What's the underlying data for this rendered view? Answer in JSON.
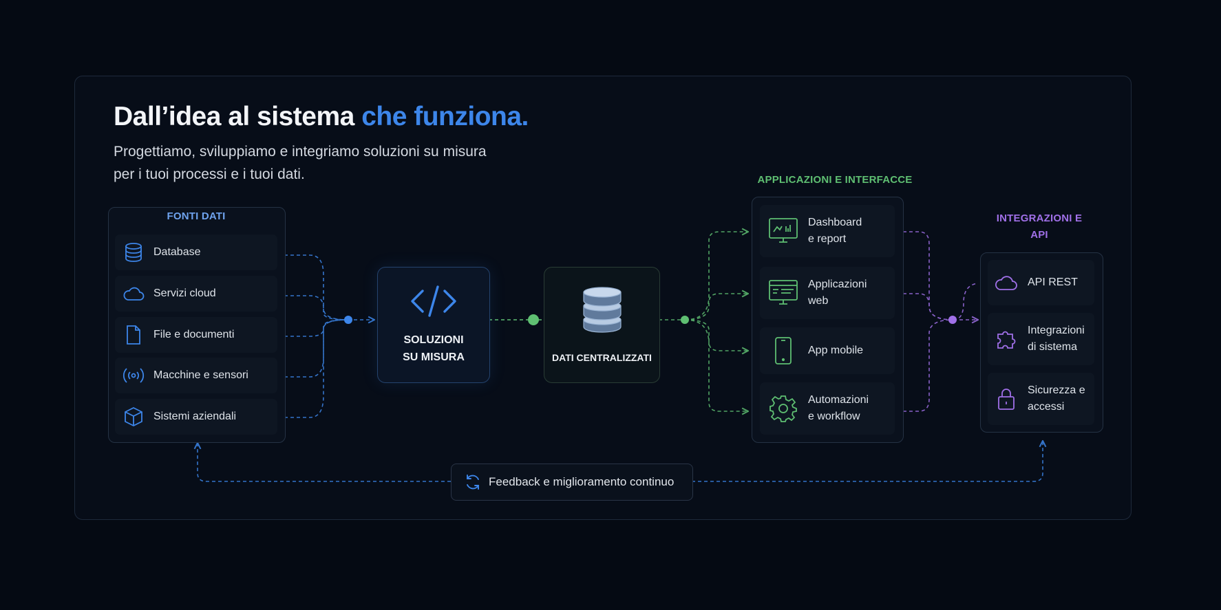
{
  "header": {
    "title_main": "Dall’idea al sistema ",
    "title_accent": "che funziona.",
    "subtitle": "Progettiamo, sviluppiamo e integriamo soluzioni su misura per i tuoi processi e i tuoi dati."
  },
  "sources": {
    "title": "FONTI DATI",
    "items": [
      {
        "label": "Database",
        "icon": "database-icon"
      },
      {
        "label": "Servizi cloud",
        "icon": "cloud-icon"
      },
      {
        "label": "File e documenti",
        "icon": "file-icon"
      },
      {
        "label": "Macchine e sensori",
        "icon": "sensor-icon"
      },
      {
        "label": "Sistemi aziendali",
        "icon": "cube-icon"
      }
    ]
  },
  "solutions": {
    "label": "SOLUZIONI SU MISURA",
    "icon": "code-icon"
  },
  "data_center": {
    "label": "DATI CENTRALIZZATI",
    "icon": "database-stack-icon"
  },
  "apps": {
    "title": "APPLICAZIONI E INTERFACCE",
    "items": [
      {
        "label": "Dashboard e report",
        "icon": "dashboard-monitor-icon"
      },
      {
        "label": "Applicazioni web",
        "icon": "web-app-icon"
      },
      {
        "label": "App mobile",
        "icon": "mobile-icon"
      },
      {
        "label": "Automazioni e workflow",
        "icon": "gear-icon"
      }
    ]
  },
  "integrations": {
    "title": "INTEGRAZIONI E API",
    "items": [
      {
        "label": "API REST",
        "icon": "cloud-icon"
      },
      {
        "label": "Integrazioni di sistema",
        "icon": "puzzle-icon"
      },
      {
        "label": "Sicurezza e accessi",
        "icon": "lock-icon"
      }
    ]
  },
  "feedback": {
    "label": "Feedback e miglioramento continuo",
    "icon": "refresh-icon"
  },
  "colors": {
    "blue": "#3d86ea",
    "green": "#5fbf72",
    "purple": "#a070e8",
    "background": "#050a13"
  }
}
